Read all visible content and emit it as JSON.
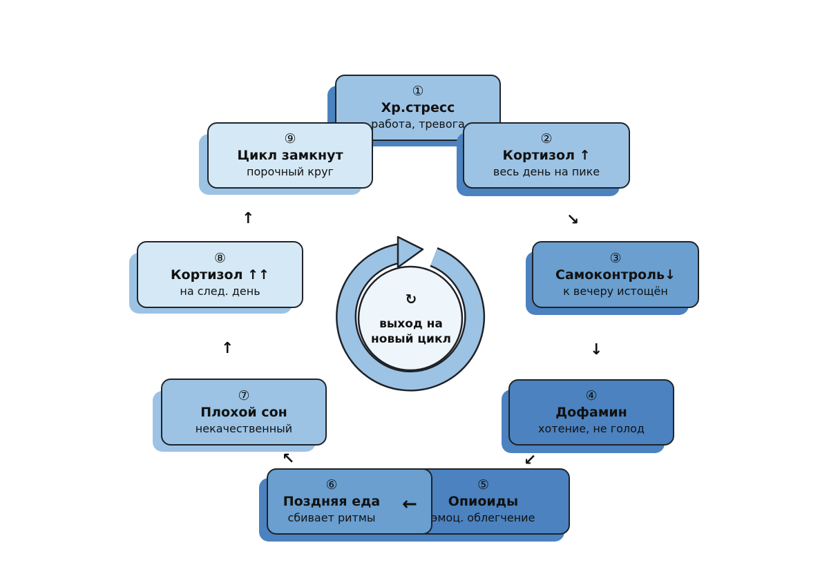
{
  "colors": {
    "light": "#d4e8f5",
    "mid_light": "#9cc3e4",
    "mid": "#6a9fcf",
    "dark": "#4b82bf",
    "border": "#1e2228"
  },
  "nodes": [
    {
      "num": "①",
      "title": "Хр.стресс",
      "sub": "работа, тревога"
    },
    {
      "num": "②",
      "title": "Кортизол ↑",
      "sub": "весь день на пике"
    },
    {
      "num": "③",
      "title": "Самоконтроль↓",
      "sub": "к вечеру истощён"
    },
    {
      "num": "④",
      "title": "Дофамин",
      "sub": "хотение, не голод"
    },
    {
      "num": "⑤",
      "title": "Опиоиды",
      "sub": "эмоц. облегчение"
    },
    {
      "num": "⑥",
      "title": "Поздняя еда",
      "sub": "сбивает ритмы"
    },
    {
      "num": "⑦",
      "title": "Плохой сон",
      "sub": "некачественный"
    },
    {
      "num": "⑧",
      "title": "Кортизол ↑↑",
      "sub": "на след. день"
    },
    {
      "num": "⑨",
      "title": "Цикл замкнут",
      "sub": "порочный круг"
    }
  ],
  "center": {
    "icon": "↻",
    "line1": "выход на",
    "line2": "новый цикл"
  },
  "arrows": [
    "↘",
    "↓",
    "↙",
    "←",
    "↖",
    "↑",
    "↑"
  ]
}
